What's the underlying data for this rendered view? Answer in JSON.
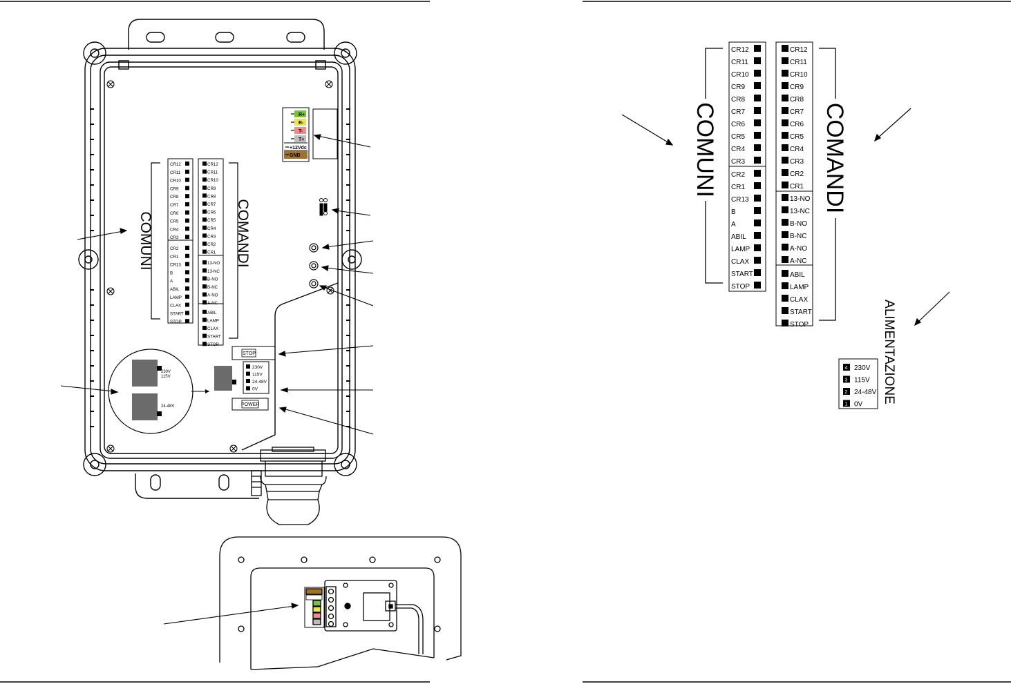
{
  "left_board": {
    "terminals_left": [
      "CR12",
      "CR11",
      "CR10",
      "CR9",
      "CR8",
      "CR7",
      "CR6",
      "CR5",
      "CR4",
      "CR3",
      "CR2",
      "CR1",
      "CR13",
      "B",
      "A",
      "ABIL",
      "LAMP",
      "CLAX",
      "START",
      "STOP"
    ],
    "terminals_right": [
      "CR12",
      "CR11",
      "CR10",
      "CR9",
      "CR8",
      "CR7",
      "CR6",
      "CR5",
      "CR4",
      "CR3",
      "CR2",
      "CR1",
      "13-NO",
      "13-NC",
      "B-NO",
      "B-NC",
      "A-NO",
      "A-NC",
      "ABIL",
      "LAMP",
      "CLAX",
      "START",
      "STOP"
    ],
    "comuni": "COMUNI",
    "comandi": "COMANDI",
    "rs485": [
      "R+",
      "R-",
      "T-",
      "T+",
      "+12Vdc",
      "GND"
    ],
    "stop": "STOP",
    "power": "POWER",
    "supply": [
      "230V",
      "115V",
      "24-48V",
      "0V"
    ],
    "jumper_top": "230V\n115V",
    "jumper_top_l1": "230V",
    "jumper_top_l2": "115V",
    "jumper_bottom": "24-48V"
  },
  "right_detail": {
    "comuni_labels": [
      "CR12",
      "CR11",
      "CR10",
      "CR9",
      "CR8",
      "CR7",
      "CR6",
      "CR5",
      "CR4",
      "CR3",
      "CR2",
      "CR1",
      "CR13",
      "B",
      "A",
      "ABIL",
      "LAMP",
      "CLAX",
      "START",
      "STOP"
    ],
    "comandi_labels": [
      "CR12",
      "CR11",
      "CR10",
      "CR9",
      "CR8",
      "CR7",
      "CR6",
      "CR5",
      "CR4",
      "CR3",
      "CR2",
      "CR1",
      "13-NO",
      "13-NC",
      "B-NO",
      "B-NC",
      "A-NO",
      "A-NC",
      "ABIL",
      "LAMP",
      "CLAX",
      "START",
      "STOP"
    ],
    "comuni": "COMUNI",
    "comandi": "COMANDI",
    "alimentazione": "ALIMENTAZIONE",
    "supply": [
      {
        "num": "4",
        "label": "230V"
      },
      {
        "num": "3",
        "label": "115V"
      },
      {
        "num": "2",
        "label": "24-48V"
      },
      {
        "num": "1",
        "label": "0V"
      }
    ]
  },
  "colors": {
    "rplus": "#7ac143",
    "rminus": "#e8e455",
    "tminus": "#f08c8c",
    "tplus": "#bdbdbd",
    "gnd": "#a0712d",
    "relay": "#6b6b6b"
  }
}
